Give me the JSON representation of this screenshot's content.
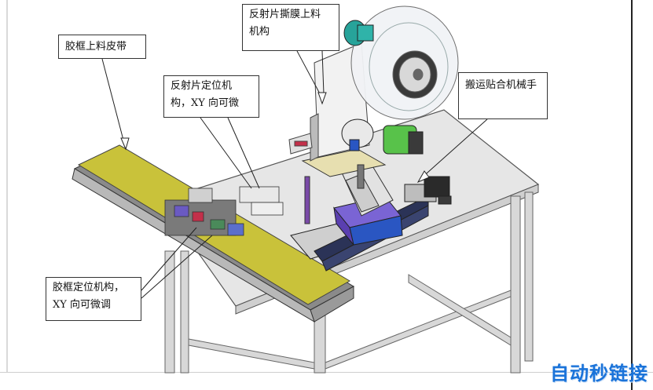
{
  "callouts": {
    "film_belt": "胶框上料皮带",
    "reflector_peel": "反射片撕膜上料\n机构",
    "reflector_position": "反射片定位机\n构，XY 向可微",
    "transfer_arm": "搬运贴合机械手",
    "frame_position": "胶框定位机构，\nXY 向可微调"
  },
  "watermark": "自动秒链接",
  "colors": {
    "belt": "#c9c23a",
    "table": "#e4e4e4",
    "frame": "#d2d2d2",
    "reel": "#eef0f2",
    "motor_green": "#58c24a",
    "motor_teal": "#27a39a",
    "block_purple": "#5a3fb0",
    "block_blue": "#2a56c2",
    "accent_red": "#c3304a",
    "watermark_blue": "#1a73d9"
  }
}
